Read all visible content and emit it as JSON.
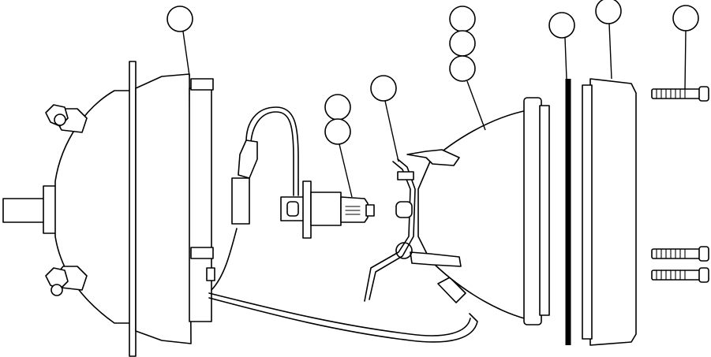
{
  "diagram": {
    "type": "exploded-view",
    "callouts": [
      {
        "id": "c1",
        "text": ""
      },
      {
        "id": "c2",
        "text": ""
      },
      {
        "id": "c3",
        "text": ""
      },
      {
        "id": "c4",
        "text": ""
      },
      {
        "id": "c5",
        "text": ""
      },
      {
        "id": "c6",
        "text": ""
      },
      {
        "id": "c7",
        "text": ""
      },
      {
        "id": "c8",
        "text": ""
      },
      {
        "id": "c9",
        "text": ""
      },
      {
        "id": "c10",
        "text": ""
      },
      {
        "id": "c11",
        "text": ""
      }
    ],
    "colors": {
      "line": "#000000",
      "background": "#ffffff"
    }
  }
}
